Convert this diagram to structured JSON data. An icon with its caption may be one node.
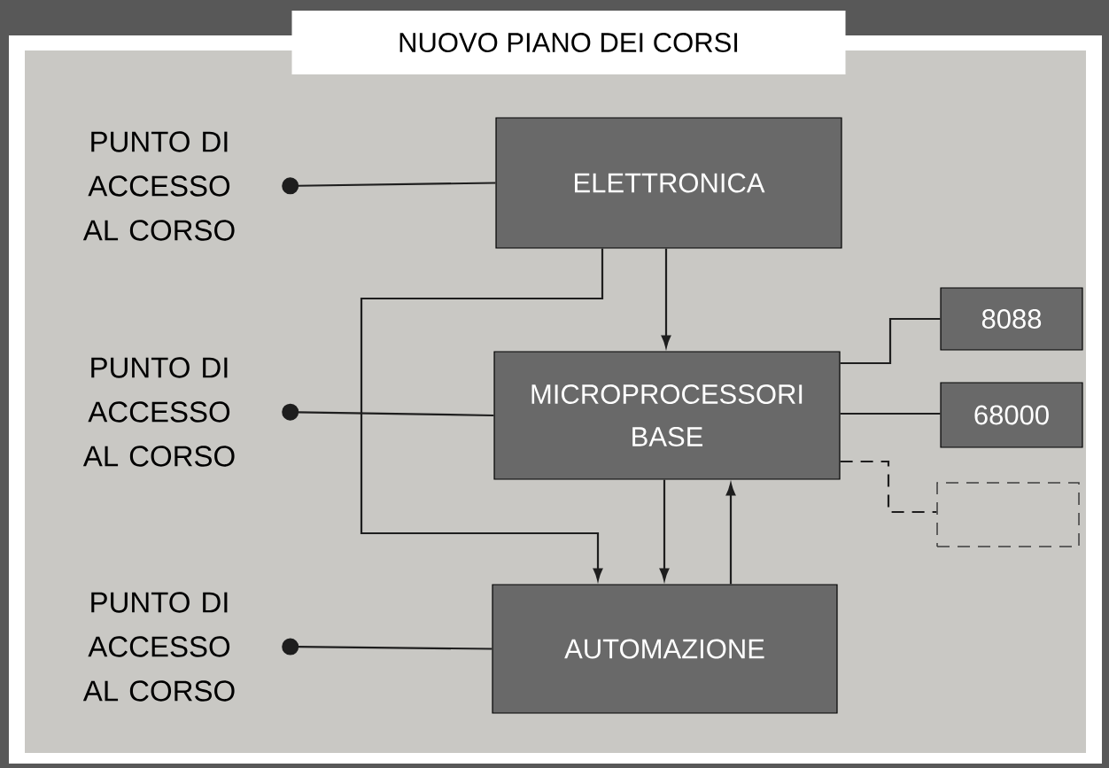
{
  "diagram": {
    "title": "NUOVO PIANO DEI CORSI",
    "nodes": [
      {
        "text": [
          "PUNTO DI ACCESSO AL CORSO"
        ]
      },
      {
        "text": [
          "ELETTRONICA"
        ]
      },
      {
        "text": [
          "PUNTO DI ACCESSO AL CORSO"
        ]
      },
      {
        "text": [
          "MICROPROCESSORI BASE"
        ]
      },
      {
        "text": [
          "8088"
        ]
      },
      {
        "text": [
          "68000"
        ]
      },
      {
        "text": [],
        "shape": "box"
      },
      {
        "text": [
          "PUNTO DI ACCESSO AL CORSO"
        ]
      },
      {
        "text": [
          "AUTOMAZIONE"
        ]
      }
    ],
    "edges": [
      {
        "from": 0,
        "to": 1,
        "arrow": "other"
      },
      {
        "from": 1,
        "to": 3,
        "arrow": "to"
      },
      {
        "from": 1,
        "to": 8,
        "arrow": "to"
      },
      {
        "from": 2,
        "to": 3,
        "arrow": "other"
      },
      {
        "from": 3,
        "to": 4,
        "arrow": "none"
      },
      {
        "from": 3,
        "to": 5,
        "arrow": "none"
      },
      {
        "from": 3,
        "to": 6,
        "arrow": "none",
        "style": "dashed"
      },
      {
        "from": 3,
        "to": 8,
        "arrow": "to"
      },
      {
        "from": 8,
        "to": 3,
        "arrow": "to"
      },
      {
        "from": 7,
        "to": 8,
        "arrow": "other"
      }
    ]
  }
}
